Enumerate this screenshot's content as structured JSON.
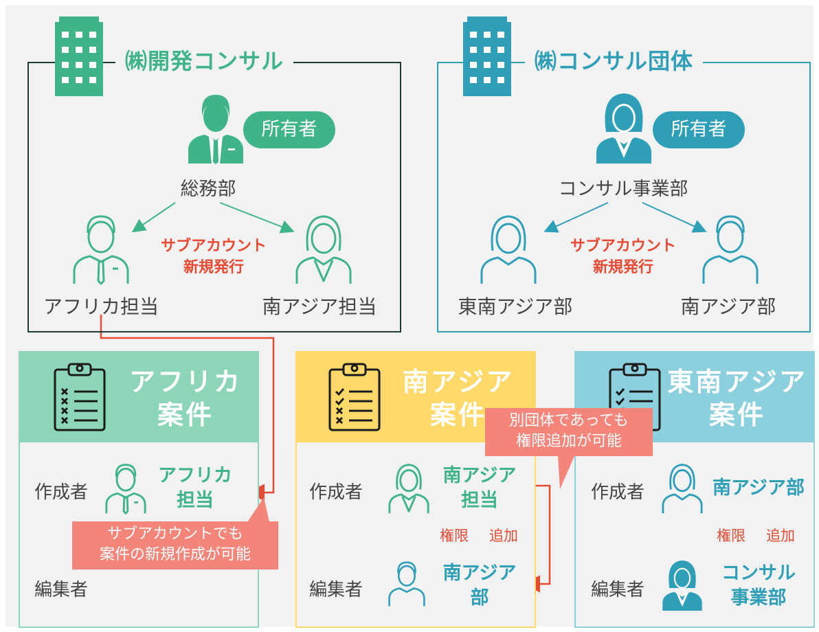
{
  "colors": {
    "green": "#3fb488",
    "teal": "#2f9fb8",
    "dark_green": "#1c3b2e",
    "red": "#e64a33",
    "green_header": "#8dd5b8",
    "yellow_header": "#ffd96a",
    "blue_header": "#8bd0dc",
    "callout": "#f4857a"
  },
  "org_left": {
    "title": "㈱開発コンサル",
    "owner_badge": "所有者",
    "owner_name": "総務部",
    "sub_label_1": "サブアカウント",
    "sub_label_2": "新規発行",
    "left_person": "アフリカ担当",
    "right_person": "南アジア担当"
  },
  "org_right": {
    "title": "㈱コンサル団体",
    "owner_badge": "所有者",
    "owner_name": "コンサル事業部",
    "sub_label_1": "サブアカウント",
    "sub_label_2": "新規発行",
    "left_person": "東南アジア部",
    "right_person": "南アジア部"
  },
  "projects": [
    {
      "title_1": "アフリカ",
      "title_2": "案件",
      "creator_label": "作成者",
      "creator_1": "アフリカ",
      "creator_2": "担当",
      "editor_label": "編集者"
    },
    {
      "title_1": "南アジア",
      "title_2": "案件",
      "creator_label": "作成者",
      "creator_1": "南アジア",
      "creator_2": "担当",
      "perm_1": "権限",
      "perm_2": "追加",
      "editor_label": "編集者",
      "editor_1": "南アジア",
      "editor_2": "部"
    },
    {
      "title_1": "東南アジア",
      "title_2": "案件",
      "creator_label": "作成者",
      "creator_1": "南アジア部",
      "perm_1": "権限",
      "perm_2": "追加",
      "editor_label": "編集者",
      "editor_1": "コンサル",
      "editor_2": "事業部"
    }
  ],
  "callouts": {
    "subaccount_1": "サブアカウントでも",
    "subaccount_2": "案件の新規作成が可能",
    "cross_org_1": "別団体であっても",
    "cross_org_2": "権限追加が可能"
  }
}
